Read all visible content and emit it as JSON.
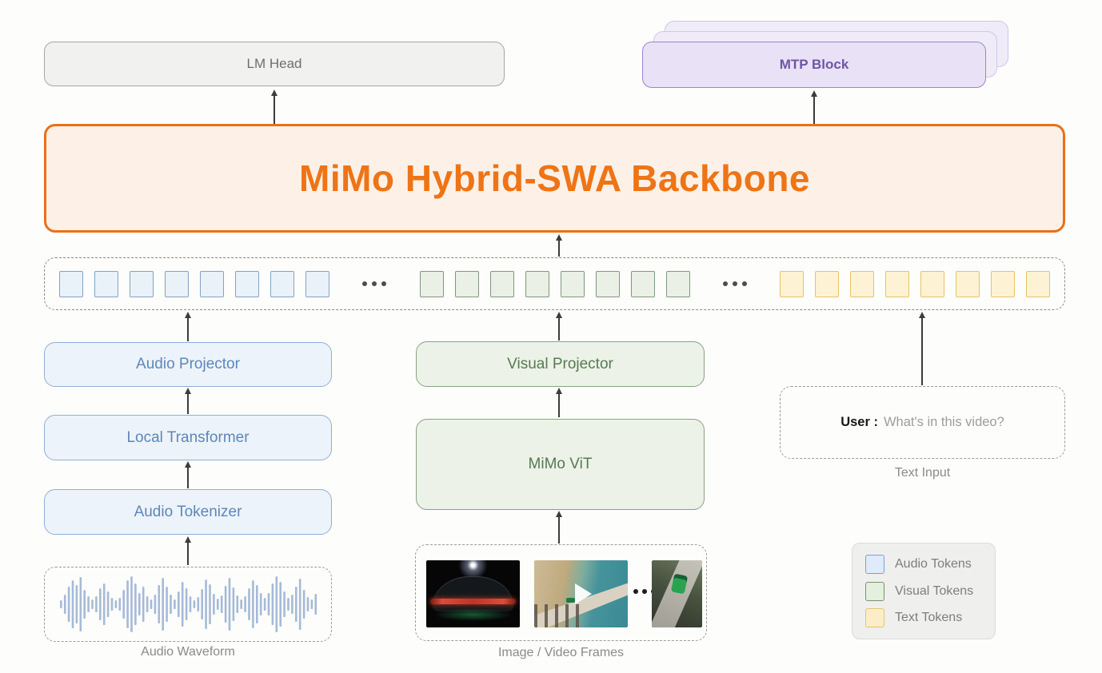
{
  "lm_head": {
    "label": "LM Head"
  },
  "mtp": {
    "label": "MTP Block"
  },
  "backbone": {
    "label": "MiMo Hybrid-SWA Backbone"
  },
  "token_row": {
    "groups": [
      {
        "name": "audio-token",
        "count": 8,
        "fill": "#e9f1f9",
        "border": "#85a3c2"
      },
      {
        "name": "visual-token",
        "count": 8,
        "fill": "#eaf0e5",
        "border": "#82977f"
      },
      {
        "name": "text-token",
        "count": 8,
        "fill": "#fdf3d4",
        "border": "#e5c36c"
      }
    ],
    "separator": "..."
  },
  "audio_branch": {
    "boxes": [
      "Audio Projector",
      "Local Transformer",
      "Audio Tokenizer"
    ],
    "caption": "Audio Waveform"
  },
  "visual_branch": {
    "projector": "Visual Projector",
    "encoder": "MiMo ViT",
    "caption": "Image / Video Frames",
    "frames_separator": "..."
  },
  "text_branch": {
    "prefix": "User :",
    "message": "What's in this video?",
    "caption": "Text Input"
  },
  "legend": {
    "items": [
      {
        "label": "Audio Tokens",
        "fill": "#dfeafa",
        "border": "#7ba1d6"
      },
      {
        "label": "Visual Tokens",
        "fill": "#e4efde",
        "border": "#78936f"
      },
      {
        "label": "Text Tokens",
        "fill": "#fbeec6",
        "border": "#e7c56f"
      }
    ]
  },
  "colors": {
    "backbone_border": "#e7701b",
    "backbone_fill": "#fdf1e7",
    "backbone_text": "#ee7416",
    "audio_box_fill": "#edf3fb",
    "audio_box_border": "#8fb0d4",
    "audio_box_text": "#5d87b7",
    "visual_box_fill": "#ecf2e8",
    "visual_box_border": "#8aa183",
    "visual_box_text": "#587a52",
    "mtp_fill": "#e9e1f6",
    "mtp_border": "#9a86c8",
    "mtp_text": "#6d55a4",
    "lm_head_fill": "#f1f1ef",
    "lm_head_border": "#a6a6a3",
    "waveform_color": "#a6bad7"
  }
}
